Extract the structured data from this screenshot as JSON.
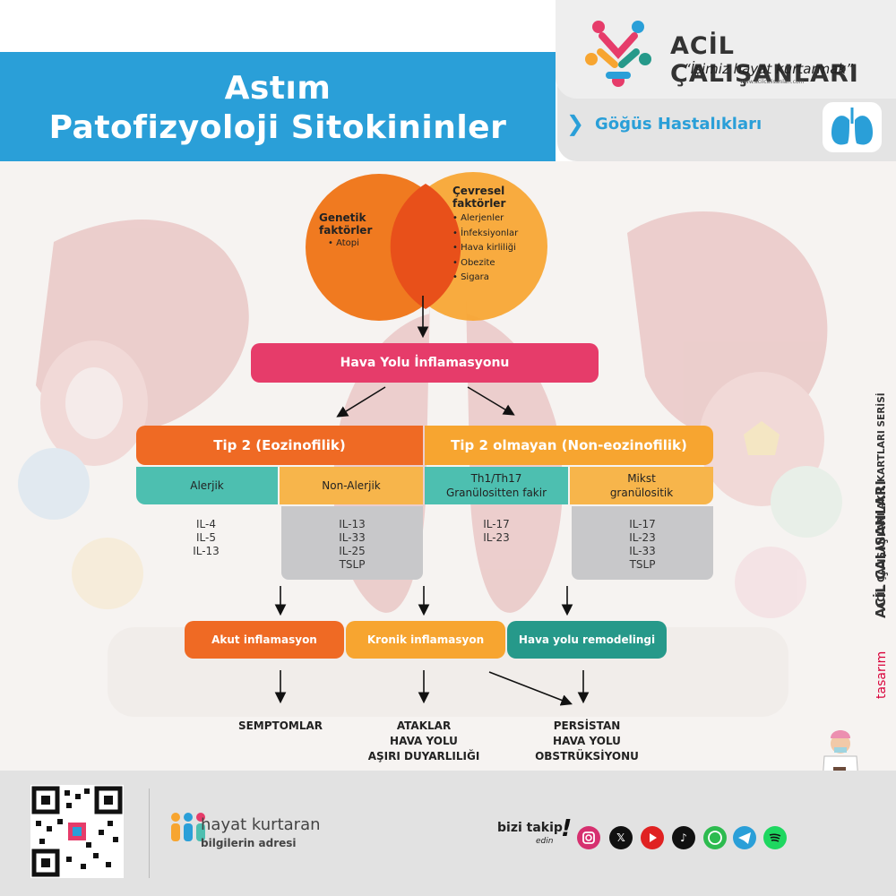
{
  "header": {
    "title_line1": "Astım",
    "title_line2": "Patofizyoloji Sitokininler",
    "brand_name": "ACİL ÇALIŞANLARI",
    "brand_slogan": "“İşimiz hayat kurtarmak”",
    "brand_url": "www.acilcalisanlari.com",
    "category": "Göğüs Hastalıkları"
  },
  "side": {
    "series": "ACİL ÇALIŞANLARI AKIL KARTLARI SERİSİ",
    "brand": "ACİL ÇALIŞANLARI",
    "design": "tasarım"
  },
  "factors": {
    "genetic_title": "Genetik faktörler",
    "genetic_items": [
      "• Atopi"
    ],
    "env_title_1": "Çevresel",
    "env_title_2": "faktörler",
    "env_items": [
      "• Alerjenler",
      "• İnfeksiyonlar",
      "• Hava kirliliği",
      "• Obezite",
      "• Sigara"
    ]
  },
  "diagram": {
    "inflammation": "Hava Yolu İnflamasyonu",
    "type2": "Tip 2 (Eozinofilik)",
    "type2_non": "Tip 2 olmayan (Non-eozinofilik)",
    "sub": {
      "allergic": "Alerjik",
      "non_allergic": "Non-Alerjik",
      "th1_line1": "Th1/Th17",
      "th1_line2": "Granülositten fakir",
      "mixed_line1": "Mikst",
      "mixed_line2": "granülositik"
    },
    "cytokines": {
      "allergic": [
        "IL-4",
        "IL-5",
        "IL-13"
      ],
      "non_allergic": [
        "IL-13",
        "IL-33",
        "IL-25",
        "TSLP"
      ],
      "th1": [
        "IL-17",
        "IL-23"
      ],
      "mixed": [
        "IL-17",
        "IL-23",
        "IL-33",
        "TSLP"
      ]
    },
    "stage": {
      "acute": "Akut inflamasyon",
      "chronic": "Kronik inflamasyon",
      "remodel": "Hava yolu remodelingi"
    },
    "outcome": {
      "symptoms": "SEMPTOMLAR",
      "attacks_1": "ATAKLAR",
      "attacks_2": "HAVA YOLU",
      "attacks_3": "AŞIRI DUYARLILIĞI",
      "persistent_1": "PERSİSTAN",
      "persistent_2": "HAVA YOLU",
      "persistent_3": "OBSTRÜKSİYONU"
    }
  },
  "footer": {
    "tagline_1": "hayat kurtaran",
    "tagline_2": "bilgilerin adresi",
    "follow_1": "bizi takip",
    "follow_2": "edin",
    "follow_mark": "!",
    "social_icons": [
      "instagram-icon",
      "x-icon",
      "youtube-icon",
      "tiktok-icon",
      "whatsapp-icon",
      "telegram-icon",
      "spotify-icon"
    ]
  },
  "colors": {
    "blue": "#2a9fd8",
    "pink": "#e63c6a",
    "orange": "#ef6a24",
    "amber": "#f7a530",
    "teal": "#4dbfb0",
    "dark_teal": "#26998a",
    "grey": "#c8c8ca"
  }
}
